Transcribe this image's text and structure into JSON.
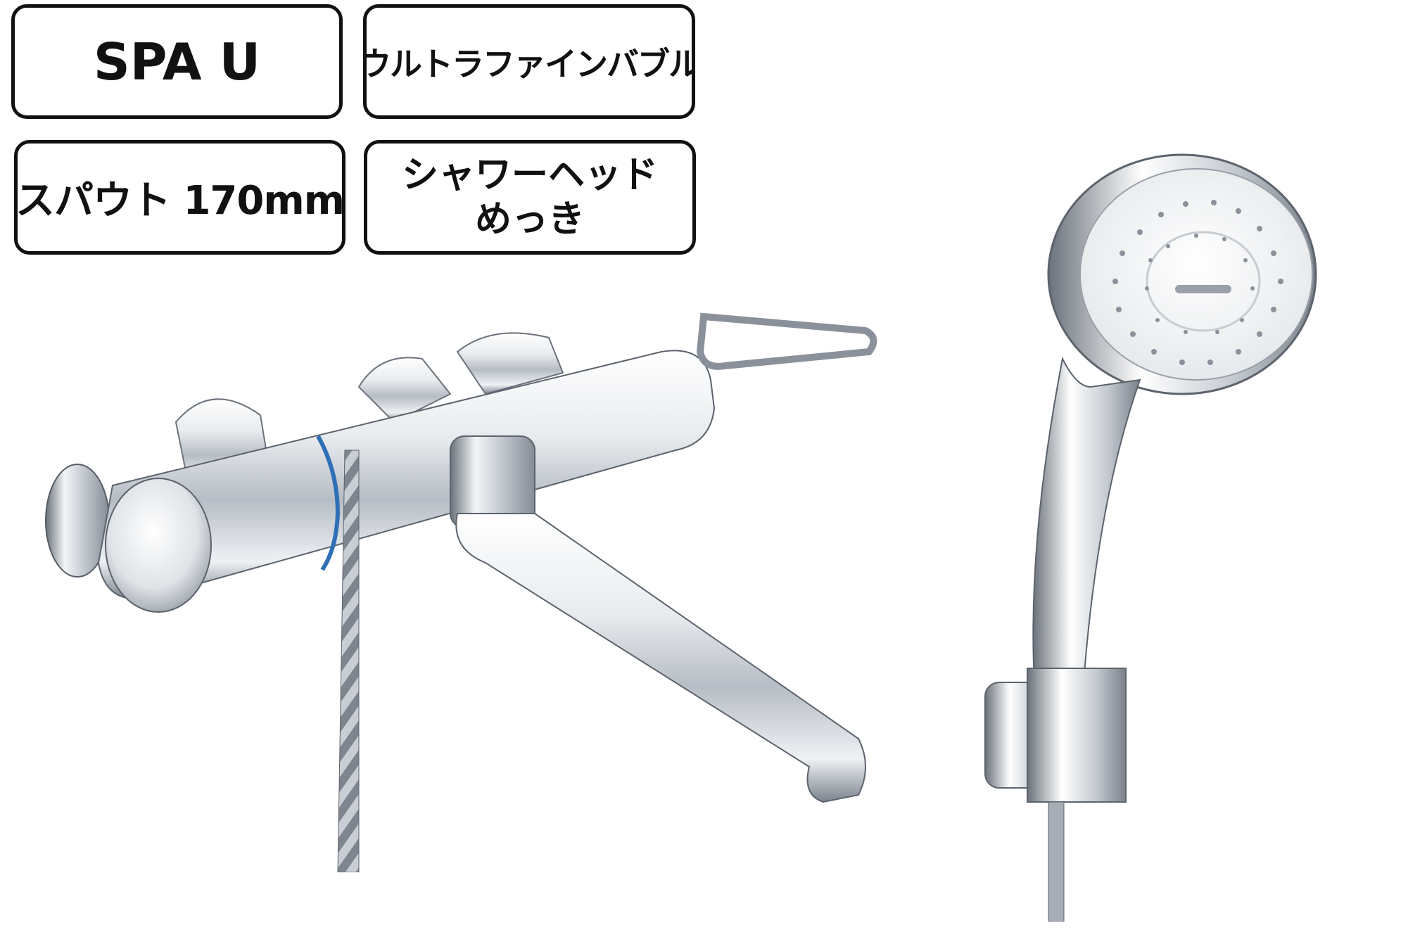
{
  "labels": {
    "series": "SPA U",
    "feature": "ウルトラファインバブル",
    "spout": "スパウト 170mm",
    "shower_head_line1": "シャワーヘッド",
    "shower_head_line2": "めっき"
  },
  "images": {
    "faucet_icon": "thermostatic-bath-faucet",
    "shower_icon": "hand-shower-with-holder"
  },
  "colors": {
    "border": "#111111",
    "chrome_light": "#f4f6f8",
    "chrome_mid": "#b8bec6",
    "chrome_dark": "#5c636c",
    "accent_ring": "#2f6fb6"
  }
}
